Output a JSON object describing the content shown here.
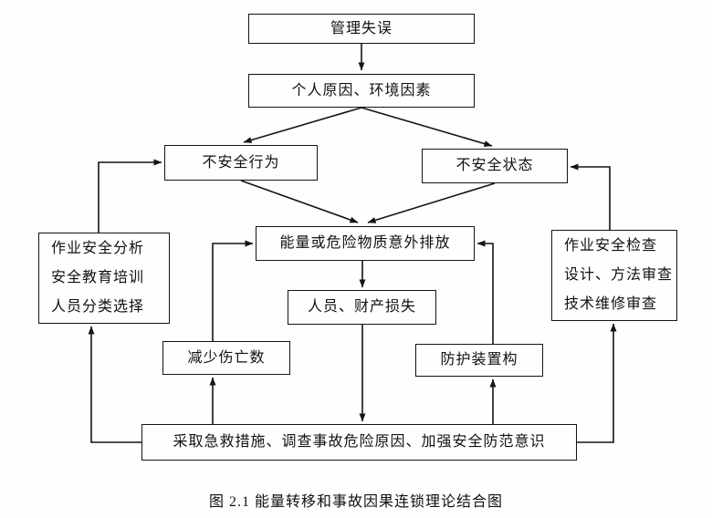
{
  "figure": {
    "caption": "图 2.1 能量转移和事故因果连锁理论结合图"
  },
  "nodes": {
    "management_error": "管理失误",
    "personal_env": "个人原因、环境因素",
    "unsafe_behavior": "不安全行为",
    "unsafe_state": "不安全状态",
    "energy_release": "能量或危险物质意外排放",
    "casualty_loss": "人员、财产损失",
    "reduce_casualties": "减少伤亡数",
    "protective_device": "防护装置构",
    "bottom_measures": "采取急救措施、调查事故危险原因、加强安全防范意识",
    "left_measures": {
      "lines": [
        "作业安全分析",
        "安全教育培训",
        "人员分类选择"
      ]
    },
    "right_measures": {
      "lines": [
        "作业安全检查",
        "设计、方法审查",
        "技术维修审查"
      ]
    }
  }
}
